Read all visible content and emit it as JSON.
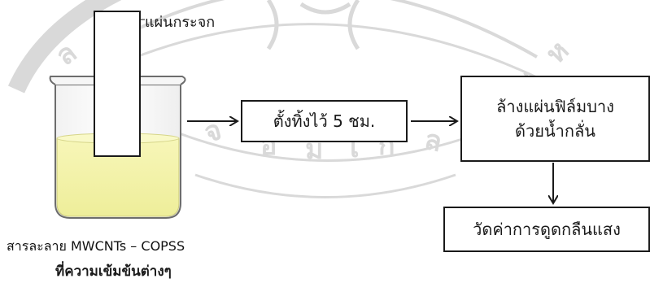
{
  "figure": {
    "glass_slide_label": "แผ่นกระจก",
    "step_1": "ตั้งทิ้งไว้ 5 ชม.",
    "step_2_line_1": "ล้างแผ่นฟิล์มบาง",
    "step_2_line_2": "ด้วยน้ำกลั่น",
    "step_3": "วัดค่าการดูดกลืนแสง",
    "solution_label_1": "สารละลาย MWCNTs – COPSS",
    "solution_label_2": "ที่ความเข้มข้นต่างๆ"
  },
  "colors": {
    "liquid": "#f4f3a8",
    "watermark": "#d8d8d8",
    "line": "#1a1a1a"
  }
}
